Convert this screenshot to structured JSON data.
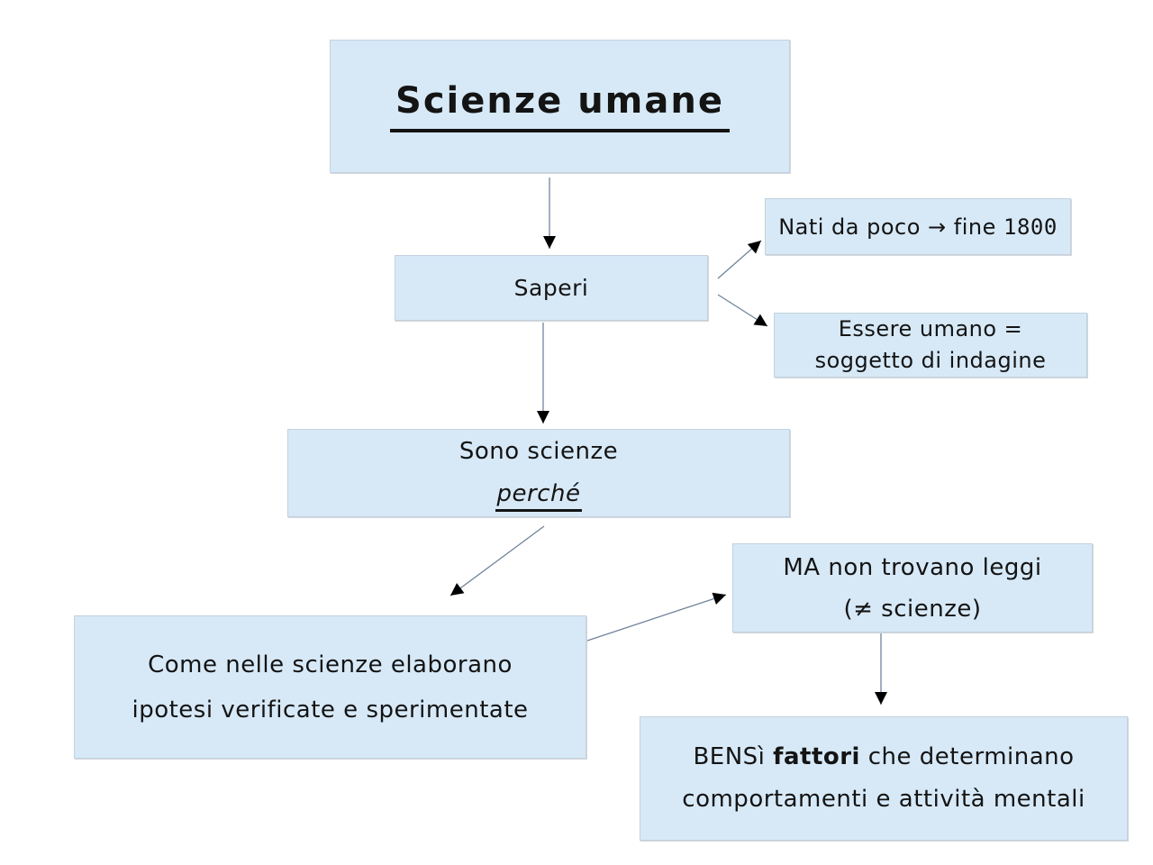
{
  "diagram": {
    "colors": {
      "background": "#ffffff",
      "box_fill": "#d7e9f7",
      "box_border": "#c3d2de",
      "text": "#141414",
      "connector_line": "#70849a",
      "arrowhead": "#000000"
    },
    "nodes": {
      "title": {
        "label": "Scienze umane"
      },
      "saperi": {
        "label": "Saperi"
      },
      "nati": {
        "text": "Nati da poco → fine ",
        "year": "1800"
      },
      "essere": {
        "line1": "Essere umano =",
        "line2": "soggetto di indagine"
      },
      "sono": {
        "line1": "Sono scienze",
        "line2": "perché"
      },
      "come": {
        "line1": "Come nelle scienze elaborano",
        "line2": "ipotesi verificate e sperimentate"
      },
      "ma": {
        "line1": "MA non trovano leggi",
        "line2": "(≠ scienze)"
      },
      "bensi": {
        "line1_pre": "BENSì ",
        "line1_bold": "fattori",
        "line1_post": " che determinano",
        "line2": "comportamenti e attività mentali"
      }
    }
  }
}
